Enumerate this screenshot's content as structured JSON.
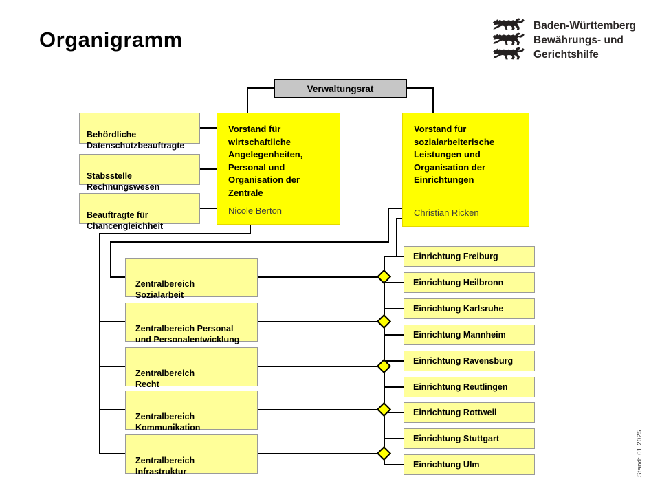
{
  "page": {
    "title": "Organigramm",
    "stand_note": "Stand: 01.2025"
  },
  "logo": {
    "org_lines": "Baden-Württemberg\nBewährungs- und\nGerichtshilfe"
  },
  "board": {
    "label": "Verwaltungsrat"
  },
  "executives": [
    {
      "title": "Vorstand für\nwirtschaftliche\nAngelegenheiten,\nPersonal und\nOrganisation der\nZentrale",
      "name": "Nicole Berton"
    },
    {
      "title": "Vorstand für\nsozialarbeiterische\nLeistungen und\nOrganisation der\nEinrichtungen",
      "name": "Christian Ricken"
    }
  ],
  "staff_units": [
    {
      "label": "Behördliche\nDatenschutzbeauftragte"
    },
    {
      "label": "Stabsstelle\nRechnungswesen"
    },
    {
      "label": "Beauftragte für\nChancengleichheit"
    }
  ],
  "central_units": [
    {
      "label": "Zentralbereich\nSozialarbeit"
    },
    {
      "label": "Zentralbereich Personal\nund Personalentwicklung"
    },
    {
      "label": "Zentralbereich\nRecht"
    },
    {
      "label": "Zentralbereich\nKommunikation"
    },
    {
      "label": "Zentralbereich\nInfrastruktur"
    }
  ],
  "facilities": [
    {
      "label": "Einrichtung Freiburg"
    },
    {
      "label": "Einrichtung Heilbronn"
    },
    {
      "label": "Einrichtung Karlsruhe"
    },
    {
      "label": "Einrichtung Mannheim"
    },
    {
      "label": "Einrichtung Ravensburg"
    },
    {
      "label": "Einrichtung Reutlingen"
    },
    {
      "label": "Einrichtung Rottweil"
    },
    {
      "label": "Einrichtung Stuttgart"
    },
    {
      "label": "Einrichtung Ulm"
    }
  ],
  "colors": {
    "accent_yellow": "#ffff00",
    "light_yellow": "#ffff99",
    "board_gray": "#c6c6c6",
    "line_black": "#000000"
  }
}
